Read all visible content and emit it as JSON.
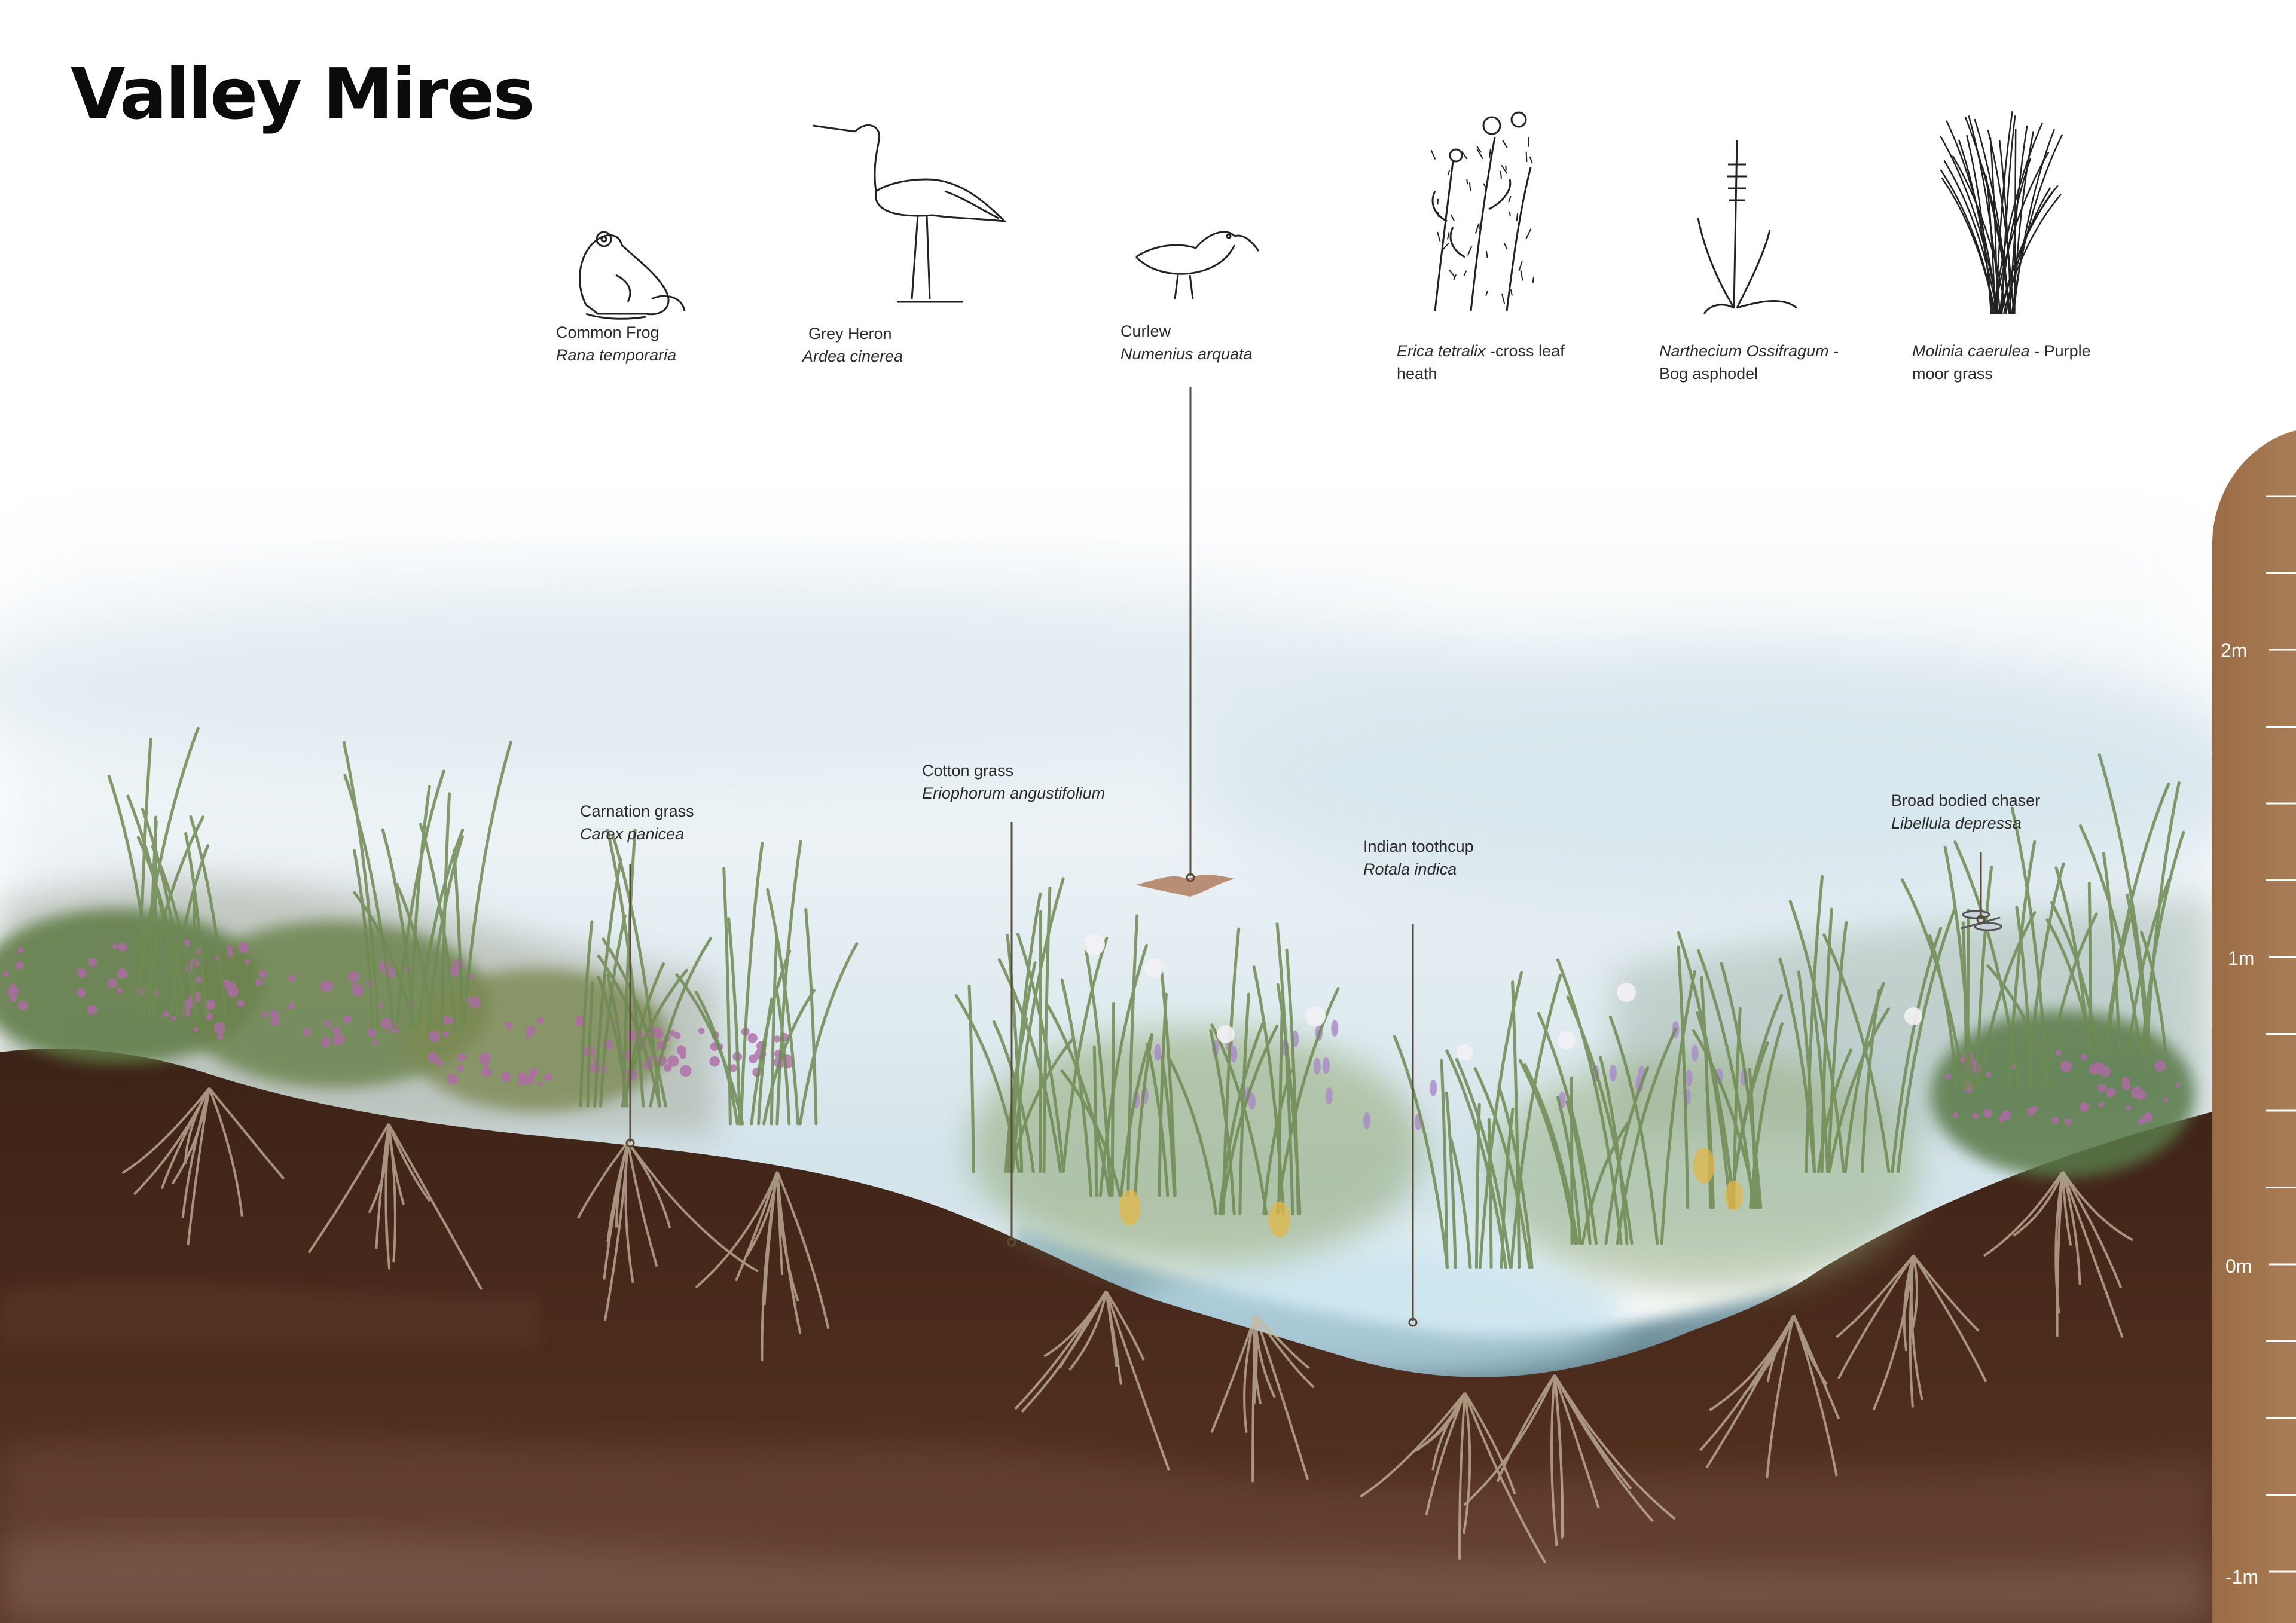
{
  "title": "Valley Mires",
  "species": [
    {
      "common": "Common Frog",
      "scientific": "Rana temporaria",
      "icon": "frog-icon"
    },
    {
      "common": "Grey Heron",
      "scientific": "Ardea cinerea",
      "icon": "heron-icon"
    },
    {
      "common": "Curlew",
      "scientific": "Numenius arquata",
      "icon": "curlew-icon"
    },
    {
      "label_italic": "Erica tetralix",
      "label_rest": " -cross leaf heath",
      "icon": "heath-icon"
    },
    {
      "label_italic": "Narthecium Ossifragum",
      "label_rest": " - Bog asphodel",
      "icon": "asphodel-icon"
    },
    {
      "label_italic": "Molinia caerulea",
      "label_rest": " - Purple moor grass",
      "icon": "moor-grass-icon"
    }
  ],
  "callouts": [
    {
      "common": "Carnation grass",
      "scientific": "Carex panicea"
    },
    {
      "common": "Cotton grass",
      "scientific": "Eriophorum angustifolium"
    },
    {
      "common": "Indian toothcup",
      "scientific": "Rotala indica"
    },
    {
      "common": "Broad bodied chaser",
      "scientific": "Libellula depressa"
    }
  ],
  "scale": {
    "labels": [
      "2m",
      "1m",
      "0m",
      "-1m"
    ],
    "color": "#a27650"
  },
  "colors": {
    "soil": "#4a2a1c",
    "water": "#8fb6c8",
    "grass": "#7f9a5a",
    "heather": "#b06aa8"
  }
}
